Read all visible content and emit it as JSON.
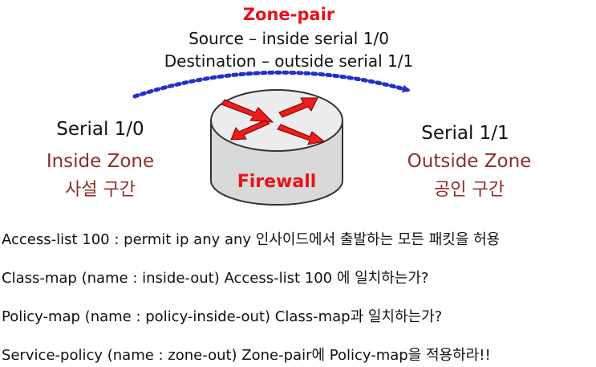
{
  "colors": {
    "title_red": "#e8121a",
    "zone_brown": "#8b2e2a",
    "arrow_blue": "#2430c8",
    "router_body": "#d9d9d9",
    "router_outline": "#333333",
    "arrow_red": "#ee1c1c",
    "text": "#111111"
  },
  "zone_pair": {
    "title": "Zone-pair",
    "source": "Source – inside serial 1/0",
    "destination": "Destination – outside serial 1/1"
  },
  "left": {
    "serial": "Serial 1/0",
    "zone": "Inside Zone",
    "sub": "사설 구간"
  },
  "right": {
    "serial": "Serial 1/1",
    "zone": "Outside Zone",
    "sub": "공인 구간"
  },
  "router": {
    "label": "Firewall",
    "icon": "router-icon"
  },
  "flow_arrow": {
    "icon": "dotted-arrow-icon"
  },
  "rules": [
    "Access-list 100 : permit ip any any  인사이드에서 출발하는 모든 패킷을 허용",
    "Class-map (name : inside-out)  Access-list 100 에 일치하는가?",
    "Policy-map (name : policy-inside-out)  Class-map과 일치하는가?",
    "Service-policy (name : zone-out) Zone-pair에 Policy-map을 적용하라!!"
  ]
}
